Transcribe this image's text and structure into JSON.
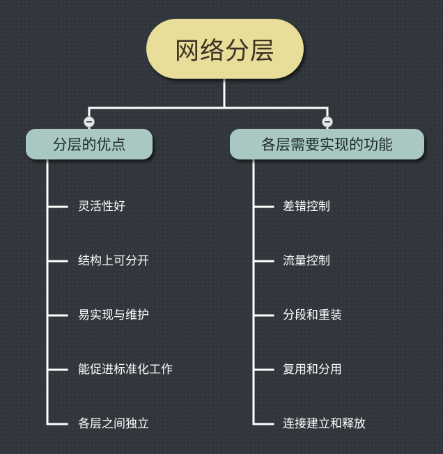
{
  "root": {
    "label": "网络分层"
  },
  "branches": [
    {
      "label": "分层的优点",
      "children": [
        "灵活性好",
        "结构上可分开",
        "易实现与维护",
        "能促进标准化工作",
        "各层之间独立"
      ]
    },
    {
      "label": "各层需要实现的功能",
      "children": [
        "差错控制",
        "流量控制",
        "分段和重装",
        "复用和分用",
        "连接建立和释放"
      ]
    }
  ],
  "colors": {
    "background": "#30363b",
    "root_fill": "#e8dd99",
    "branch_fill": "#a9c8c3",
    "connector": "#ffffff",
    "leaf_text": "#ffffff"
  },
  "icons": {
    "collapse": "collapse-minus-icon"
  }
}
